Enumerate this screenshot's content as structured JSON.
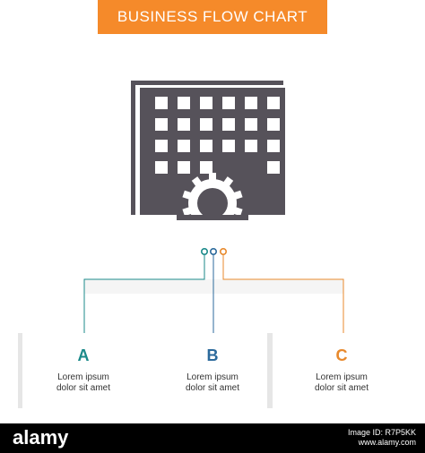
{
  "header": {
    "title": "BUSINESS FLOW CHART"
  },
  "colors": {
    "header_bg": "#f58a2a",
    "icon": "#56525a",
    "teal": "#1b8a8a",
    "blue": "#2c6a9c",
    "orange": "#e8892c"
  },
  "icon": {
    "name": "calendar-gear-icon"
  },
  "steps": [
    {
      "letter": "A",
      "line1": "Lorem ipsum",
      "line2": "dolor sit amet",
      "color": "#1b8a8a"
    },
    {
      "letter": "B",
      "line1": "Lorem ipsum",
      "line2": "dolor sit amet",
      "color": "#2c6a9c"
    },
    {
      "letter": "C",
      "line1": "Lorem ipsum",
      "line2": "dolor sit amet",
      "color": "#e8892c"
    }
  ],
  "footer": {
    "brand": "alamy",
    "image_id": "Image ID: R7P5KK",
    "site": "www.alamy.com"
  }
}
